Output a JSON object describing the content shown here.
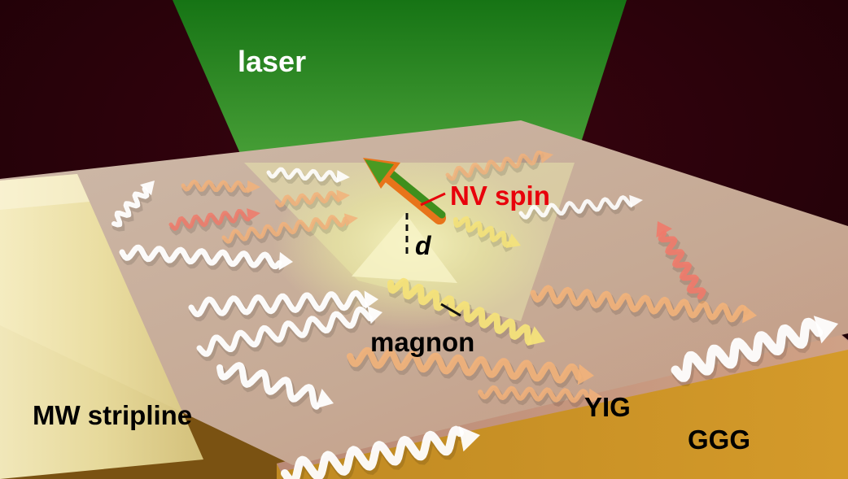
{
  "labels": {
    "laser": "laser",
    "nv_spin": "NV spin",
    "d": "d",
    "magnon": "magnon",
    "mw_stripline": "MW stripline",
    "yig": "YIG",
    "ggg": "GGG"
  },
  "colors": {
    "background": "#2a0008",
    "laser_beam": "#1e8a1e",
    "slab_top": "#c9b1a0",
    "slab_side": "#b8862a",
    "stripline": "#f2e8b0",
    "nv_label": "#e8000b",
    "magnon_white": "#ffffff",
    "magnon_orange": "#f2b27a",
    "magnon_red": "#f07a6a",
    "magnon_yellow": "#f4e27a",
    "spin_green": "#3a8a1a",
    "spin_orange": "#e87a1a"
  },
  "icons": {
    "spin": "spin-arrow-icon",
    "magnon": "wavy-arrow-icon"
  }
}
